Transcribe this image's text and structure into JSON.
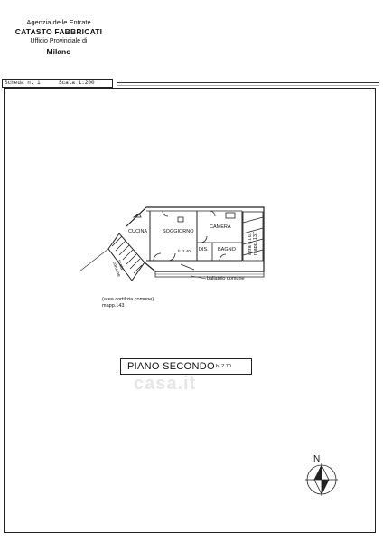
{
  "header": {
    "line1": "Agenzia delle Entrate",
    "line2": "CATASTO FABBRICATI",
    "line3": "Ufficio Provinciale di",
    "line4": "Milano"
  },
  "scheda": {
    "label": "Scheda n. 1",
    "scale": "Scala 1:200"
  },
  "rooms": {
    "cucina": "CUCINA",
    "soggiorno": "SOGGIORNO",
    "camera": "CAMERA",
    "dis": "DIS.",
    "bagno": "BAGNO",
    "height_mark": "h. 2.40"
  },
  "labels": {
    "scala_comune_1": "scala",
    "scala_comune_2": "comune",
    "altra_1": "altra u.i.u.",
    "altra_2": "mapp. 137",
    "ballatoio": "ballatoio comune",
    "area_1": "(area cortilizia comune)",
    "area_2": "mapp.143"
  },
  "piano": {
    "title": "PIANO SECONDO",
    "height": "h. 2.70"
  },
  "watermark": "casa.it",
  "compass": {
    "label": "N"
  }
}
